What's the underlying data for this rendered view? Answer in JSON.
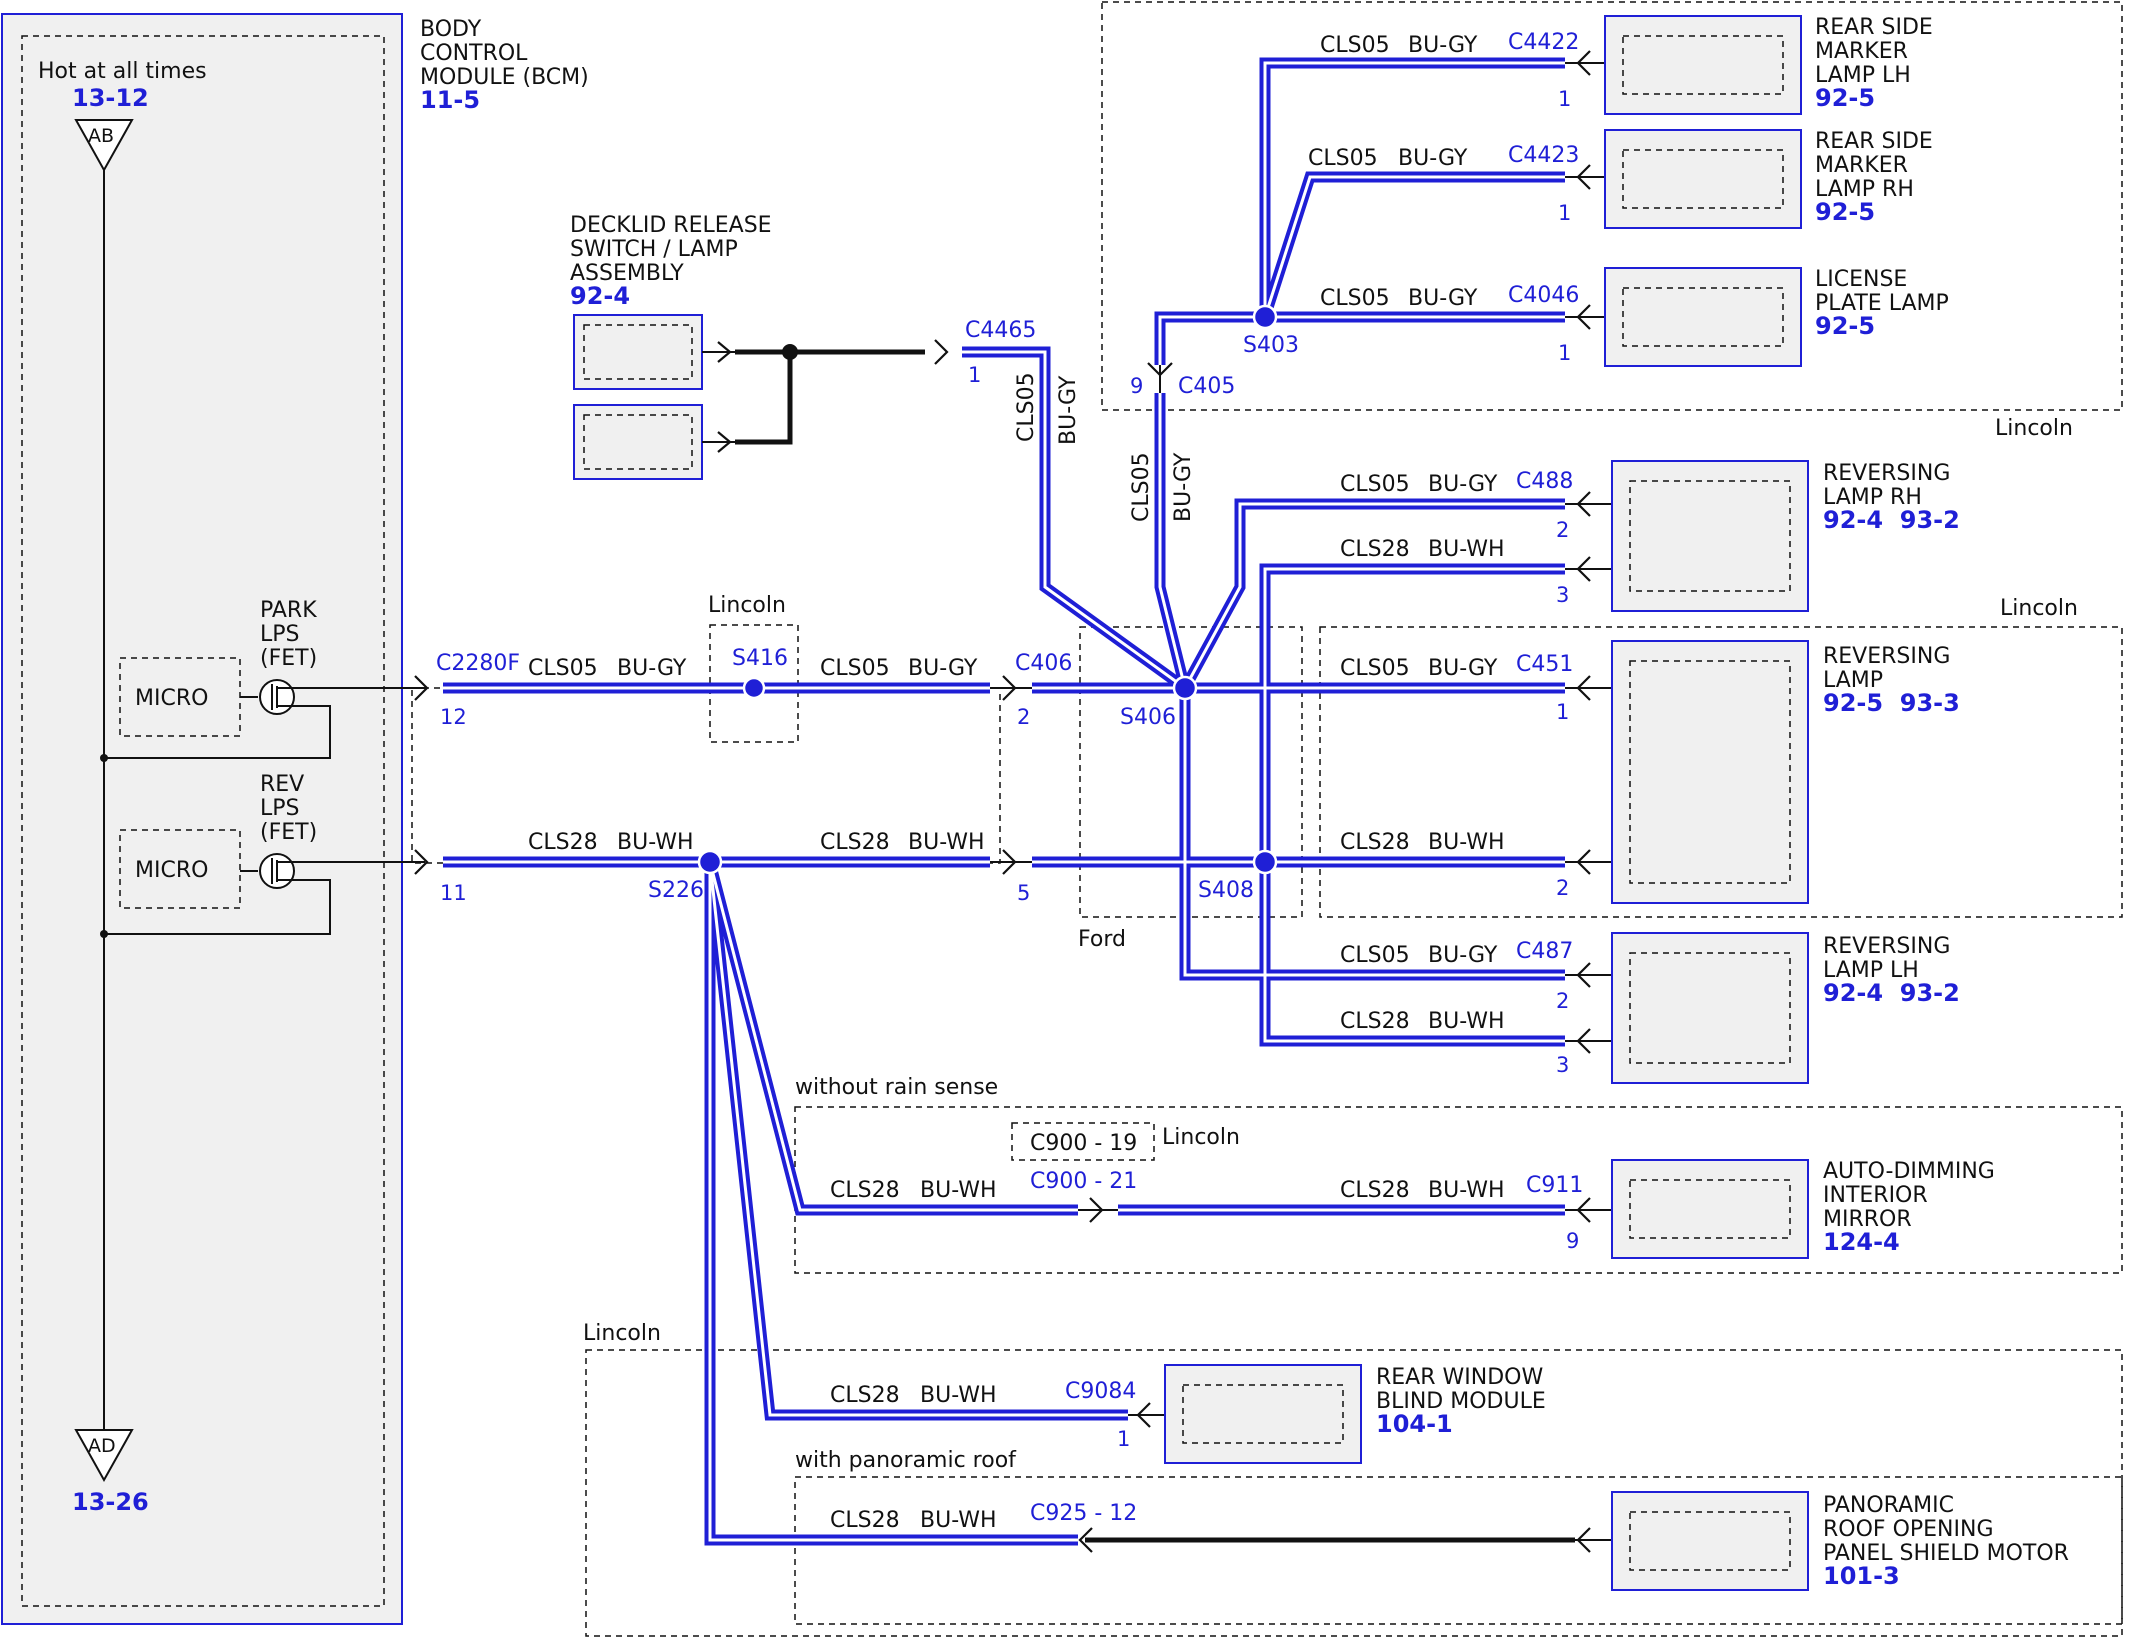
{
  "bcm": {
    "name_lines": [
      "BODY",
      "CONTROL",
      "MODULE (BCM)"
    ],
    "ref": "11-5",
    "hot_label": "Hot at all times",
    "top_ref": "13-12",
    "top_connector": "AB",
    "bottom_connector": "AD",
    "bottom_ref": "13-26",
    "micro_label": "MICRO",
    "park_lines": [
      "PARK",
      "LPS",
      "(FET)"
    ],
    "rev_lines": [
      "REV",
      "LPS",
      "(FET)"
    ],
    "connector": "C2280F",
    "pin_park": "12",
    "pin_rev": "11"
  },
  "decklid": {
    "name_lines": [
      "DECKLID RELEASE",
      "SWITCH / LAMP",
      "ASSEMBLY"
    ],
    "ref": "92-4",
    "connector": "C4465",
    "pin": "1"
  },
  "splices": {
    "s416": "S416",
    "s406": "S406",
    "s226": "S226",
    "s408": "S408",
    "s403": "S403"
  },
  "connectors": {
    "c406": "C406",
    "c406_pin_park": "2",
    "c406_pin_rev": "5",
    "c405": "C405",
    "c405_pin": "9",
    "c900_19": "C900 - 19",
    "c900_21": "C900 - 21",
    "c925_12": "C925 - 12"
  },
  "wires": {
    "cls05": "CLS05",
    "cls28": "CLS28",
    "bugy": "BU-GY",
    "buwh": "BU-WH"
  },
  "regions": {
    "lincoln": "Lincoln",
    "ford": "Ford",
    "without_rain": "without rain sense",
    "with_pano": "with panoramic roof"
  },
  "loads": {
    "rear_side_lh": {
      "name_lines": [
        "REAR SIDE",
        "MARKER",
        "LAMP LH"
      ],
      "ref": "92-5",
      "connector": "C4422",
      "pin": "1"
    },
    "rear_side_rh": {
      "name_lines": [
        "REAR SIDE",
        "MARKER",
        "LAMP RH"
      ],
      "ref": "92-5",
      "connector": "C4423",
      "pin": "1"
    },
    "license": {
      "name_lines": [
        "LICENSE",
        "PLATE LAMP"
      ],
      "ref": "92-5",
      "connector": "C4046",
      "pin": "1"
    },
    "rev_rh": {
      "name_lines": [
        "REVERSING",
        "LAMP RH"
      ],
      "ref": "92-4  93-2",
      "connector": "C488",
      "pin_a": "2",
      "pin_b": "3"
    },
    "rev_center": {
      "name_lines": [
        "REVERSING",
        "LAMP"
      ],
      "ref": "92-5  93-3",
      "connector": "C451",
      "pin_a": "1",
      "pin_b": "2"
    },
    "rev_lh": {
      "name_lines": [
        "REVERSING",
        "LAMP LH"
      ],
      "ref": "92-4  93-2",
      "connector": "C487",
      "pin_a": "2",
      "pin_b": "3"
    },
    "mirror": {
      "name_lines": [
        "AUTO-DIMMING",
        "INTERIOR",
        "MIRROR"
      ],
      "ref": "124-4",
      "connector": "C911",
      "pin": "9"
    },
    "blind": {
      "name_lines": [
        "REAR WINDOW",
        "BLIND MODULE"
      ],
      "ref": "104-1",
      "connector": "C9084",
      "pin": "1"
    },
    "pano": {
      "name_lines": [
        "PANORAMIC",
        "ROOF OPENING",
        "PANEL SHIELD MOTOR"
      ],
      "ref": "101-3"
    }
  },
  "colors": {
    "wire_blue": "#1f1fd6",
    "text_blue": "#1f1fd6",
    "box_fill": "#f0f0f0",
    "line_black": "#111111"
  }
}
